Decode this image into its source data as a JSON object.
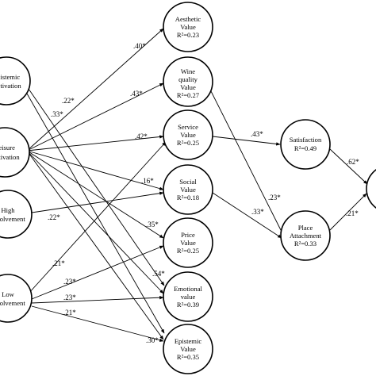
{
  "nodes": {
    "epistemic_motivation": {
      "line1": "Epistemic",
      "line2": "motivation"
    },
    "leisure_motivation": {
      "line1": "Leisure",
      "line2": "motivation"
    },
    "high_involvement": {
      "line1": "High",
      "line2": "Involvement"
    },
    "low_involvement": {
      "line1": "Low",
      "line2": "Involvement"
    },
    "aesthetic_value": {
      "line1": "Aesthetic",
      "line2": "Value",
      "line3": "R²=0.23"
    },
    "wine_quality_value": {
      "line1": "Wine",
      "line2": "quality",
      "line3": "Value",
      "line4": "R²=0.27"
    },
    "service_value": {
      "line1": "Service",
      "line2": "Value",
      "line3": "R²=0.25"
    },
    "social_value": {
      "line1": "Social",
      "line2": "Value",
      "line3": "R²=0.18"
    },
    "price_value": {
      "line1": "Price",
      "line2": "Value",
      "line3": "R²=0.25"
    },
    "emotional_value": {
      "line1": "Emotional",
      "line2": "value",
      "line3": "R²=0.39"
    },
    "epistemic_value": {
      "line1": "Epistemic",
      "line2": "Value",
      "line3": "R²=0.35"
    },
    "satisfaction": {
      "line1": "Satisfaction",
      "line2": "R²=0.49"
    },
    "place_attachment": {
      "line1": "Place",
      "line2": "Attachment",
      "line3": "R²=0.33"
    }
  },
  "paths": {
    "leis_aesthetic": ".40*",
    "leis_wine": ".43*",
    "leis_service": ".42*",
    "lowinv_social": ".16*",
    "leis_price": ".35*",
    "leis_emotional": ".54*",
    "epi_emotional": ".22*",
    "epi_epistemic": ".33*",
    "high_social": ".22*",
    "lowinv_service": ".21*",
    "lowinv_price": ".23*",
    "lowinv_emotional": ".23*",
    "lowinv_epistemic": ".21*",
    "leis_epistemic": ".30*",
    "service_satisfaction": ".43*",
    "wine_place": ".23*",
    "social_place": ".33*",
    "satisfaction_outcome": ".62*",
    "place_outcome": ".21*"
  }
}
